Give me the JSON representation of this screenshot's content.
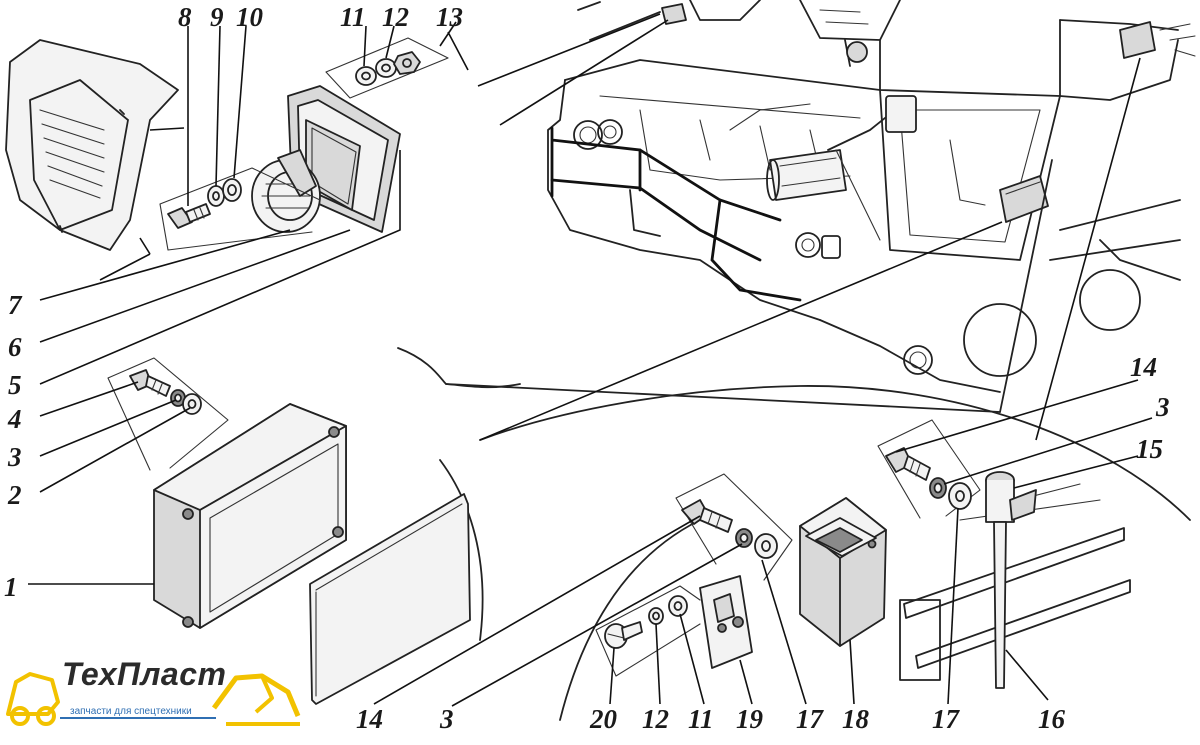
{
  "labels": {
    "l1": "1",
    "l2": "2",
    "l3a": "3",
    "l4": "4",
    "l5": "5",
    "l6": "6",
    "l7": "7",
    "l8": "8",
    "l9": "9",
    "l10": "10",
    "l11a": "11",
    "l12a": "12",
    "l13": "13",
    "l14a": "14",
    "l3b": "3",
    "l15": "15",
    "l14b": "14",
    "l3c": "3",
    "l20": "20",
    "l12b": "12",
    "l11b": "11",
    "l19": "19",
    "l17a": "17",
    "l18": "18",
    "l17b": "17",
    "l16": "16"
  },
  "brand": {
    "name": "ТехПласт",
    "tagline": "запчасти для спецтехники",
    "accent_color": "#f2c200",
    "text_color": "#2f6fb3"
  }
}
